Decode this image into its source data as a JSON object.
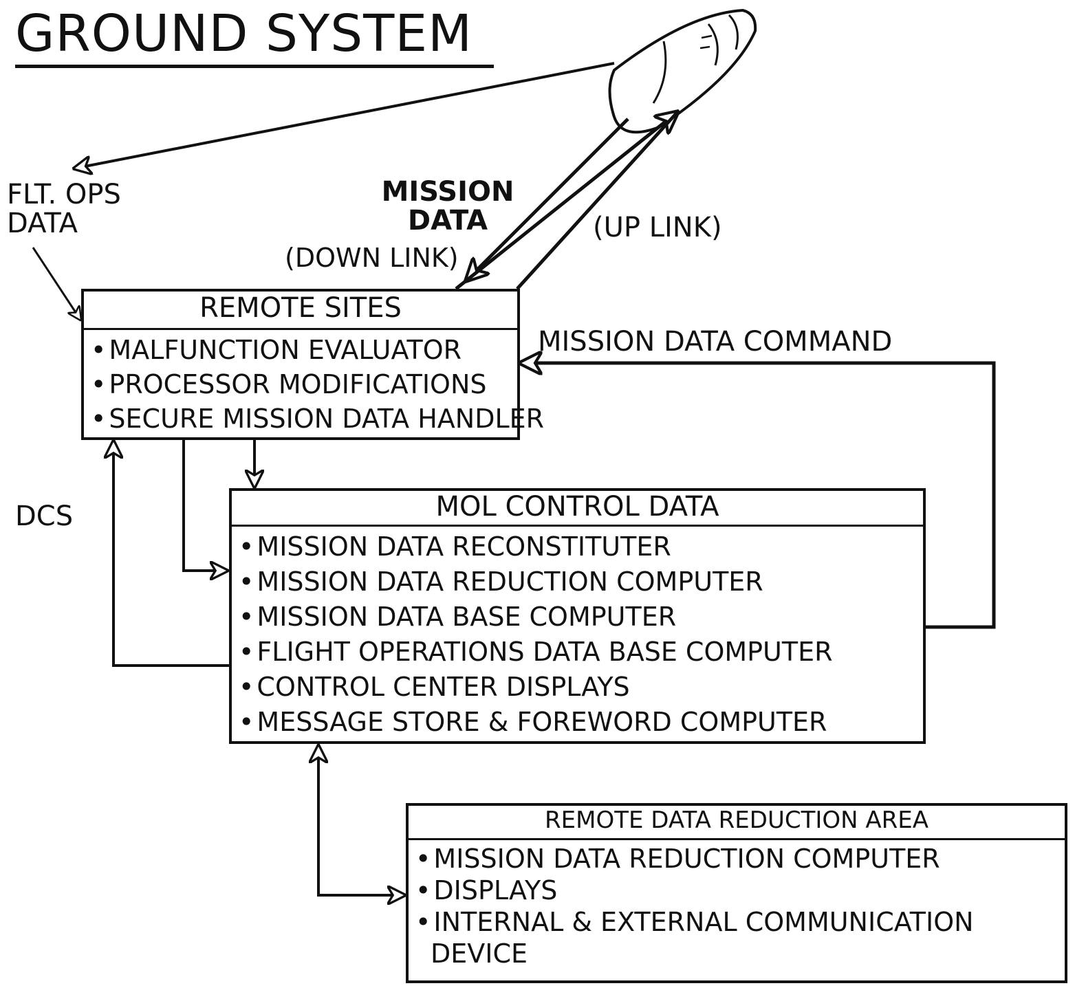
{
  "title": "GROUND SYSTEM",
  "labels": {
    "flt_ops_line1": "FLT. OPS",
    "flt_ops_line2": "DATA",
    "mission_data_line1": "MISSION",
    "mission_data_line2": "DATA",
    "down_link": "(DOWN LINK)",
    "up_link": "(UP LINK)",
    "mission_data_command": "MISSION DATA COMMAND",
    "dcs": "DCS"
  },
  "boxes": {
    "remote_sites": {
      "header": "REMOTE SITES",
      "items": [
        "MALFUNCTION EVALUATOR",
        "PROCESSOR MODIFICATIONS",
        "SECURE MISSION DATA HANDLER"
      ]
    },
    "mol_control_data": {
      "header": "MOL CONTROL DATA",
      "items": [
        "MISSION DATA RECONSTITUTER",
        "MISSION DATA REDUCTION COMPUTER",
        "MISSION DATA BASE COMPUTER",
        "FLIGHT OPERATIONS DATA BASE COMPUTER",
        "CONTROL CENTER DISPLAYS",
        "MESSAGE STORE & FOREWORD COMPUTER"
      ]
    },
    "remote_data_reduction_area": {
      "header": "REMOTE DATA REDUCTION AREA",
      "items": [
        "MISSION DATA REDUCTION COMPUTER",
        "DISPLAYS",
        "INTERNAL & EXTERNAL COMMUNICATION"
      ],
      "item_continuation": "DEVICE"
    }
  }
}
